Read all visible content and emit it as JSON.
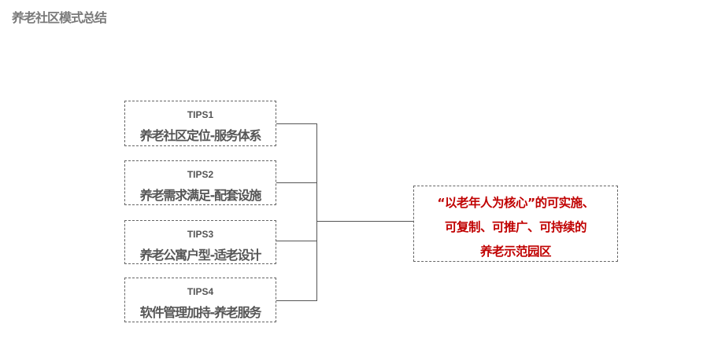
{
  "title": "养老社区模式总结",
  "tips": [
    {
      "label": "TIPS1",
      "text": "养老社区定位-服务体系"
    },
    {
      "label": "TIPS2",
      "text": "养老需求满足-配套设施"
    },
    {
      "label": "TIPS3",
      "text": "养老公寓户型-适老设计"
    },
    {
      "label": "TIPS4",
      "text": "软件管理加持-养老服务"
    }
  ],
  "goal": {
    "lines": [
      "“以老年人为核心”的可实施、",
      "可复制、可推广、可持续的",
      "养老示范园区"
    ],
    "color": "#c00000"
  }
}
